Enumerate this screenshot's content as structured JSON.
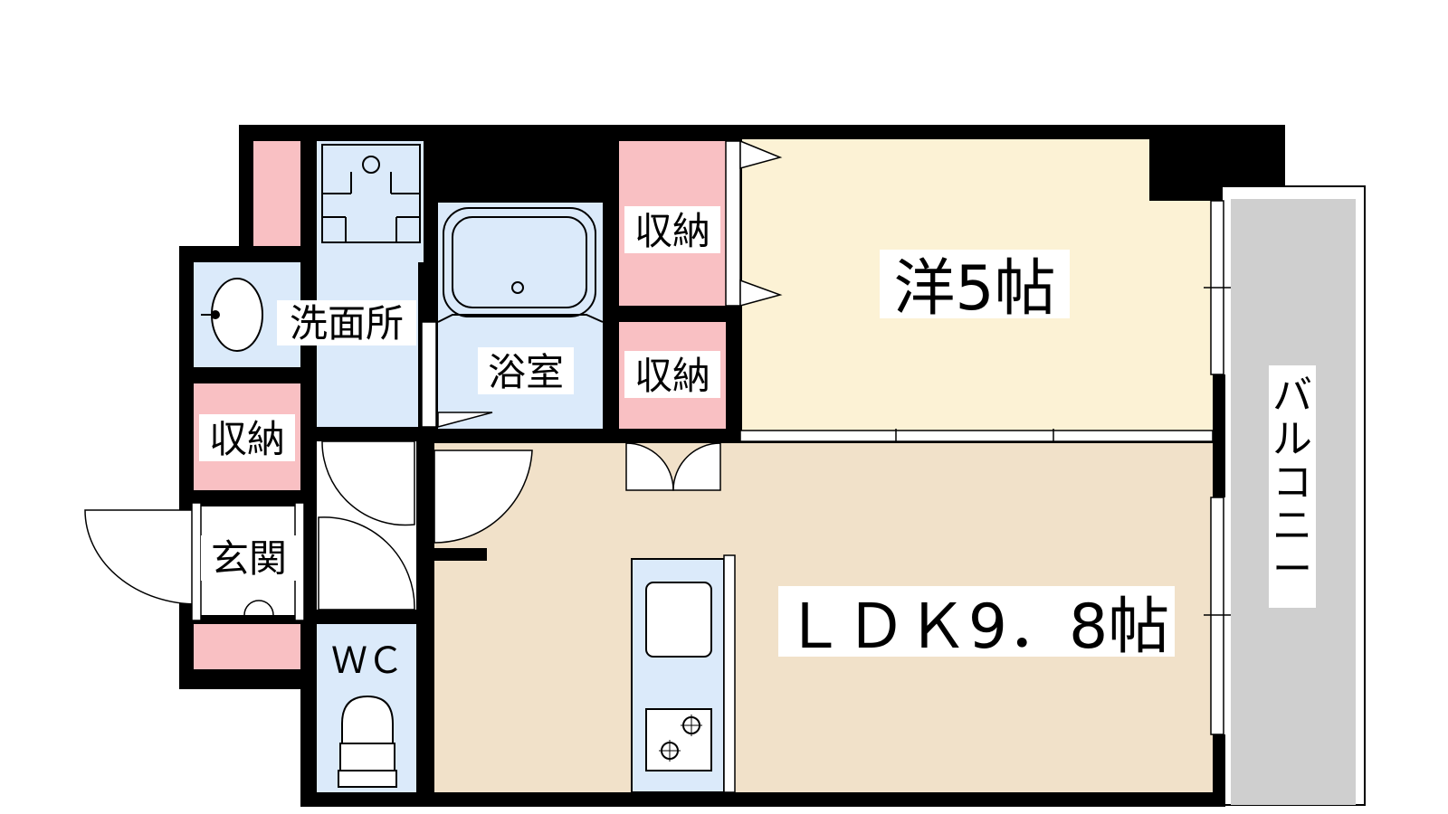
{
  "colors": {
    "wall": "#000000",
    "storage": "#f9c0c3",
    "wet_area": "#dbeafa",
    "western_room": "#fcf2d5",
    "ldk": "#f1e1c9",
    "balcony": "#cfcfcf",
    "hall": "#ffffff"
  },
  "rooms": {
    "western": "洋5帖",
    "ldk": "ＬＤＫ9．8帖",
    "washroom": "洗面所",
    "bathroom": "浴室",
    "storage_top": "収納",
    "storage_mid": "収納",
    "storage_left": "収納",
    "entrance": "玄関",
    "wc": "ＷＣ",
    "balcony": "バルコニー"
  },
  "fixtures": [
    "washing-machine-pan",
    "washbasin",
    "bathtub",
    "toilet",
    "kitchen-sink",
    "two-burner-stove"
  ]
}
